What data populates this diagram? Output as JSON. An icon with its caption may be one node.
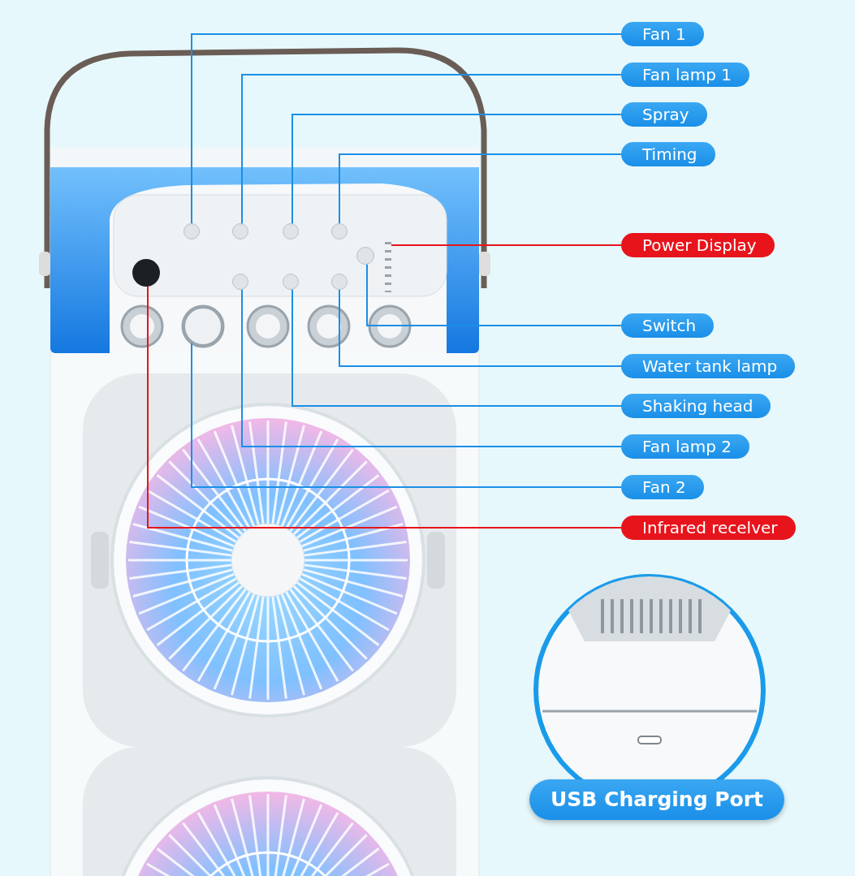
{
  "diagram": {
    "nodes": [
      {
        "text": [
          "Fan 1"
        ]
      },
      {
        "text": [
          "Fan lamp 1"
        ]
      },
      {
        "text": [
          "Spray"
        ]
      },
      {
        "text": [
          "Timing"
        ]
      },
      {
        "text": [
          "Power Display"
        ]
      },
      {
        "text": [
          "Switch"
        ]
      },
      {
        "text": [
          "Water tank lamp"
        ]
      },
      {
        "text": [
          "Shaking head"
        ]
      },
      {
        "text": [
          "Fan lamp 2"
        ]
      },
      {
        "text": [
          "Fan 2"
        ]
      },
      {
        "text": [
          "Infrared recelver"
        ]
      },
      {
        "text": [
          "USB Charging Port"
        ]
      },
      {
        "text": [],
        "shape": "circle"
      },
      {
        "text": [],
        "shape": "circle"
      },
      {
        "text": [],
        "shape": "circle"
      },
      {
        "text": [],
        "shape": "circle"
      },
      {
        "text": [],
        "shape": "bar"
      },
      {
        "text": [],
        "shape": "circle"
      },
      {
        "text": [],
        "shape": "circle"
      },
      {
        "text": [],
        "shape": "circle"
      },
      {
        "text": [],
        "shape": "circle"
      },
      {
        "text": [],
        "shape": "circle"
      },
      {
        "text": [],
        "shape": "circle"
      }
    ],
    "edges": [
      {
        "from": 0,
        "to": 12,
        "arrow": "none"
      },
      {
        "from": 1,
        "to": 13,
        "arrow": "none"
      },
      {
        "from": 2,
        "to": 14,
        "arrow": "none"
      },
      {
        "from": 3,
        "to": 15,
        "arrow": "none"
      },
      {
        "from": 4,
        "to": 16,
        "arrow": "none",
        "color": "#e8141c"
      },
      {
        "from": 5,
        "to": 17,
        "arrow": "none"
      },
      {
        "from": 6,
        "to": 18,
        "arrow": "none"
      },
      {
        "from": 7,
        "to": 19,
        "arrow": "none"
      },
      {
        "from": 8,
        "to": 20,
        "arrow": "none"
      },
      {
        "from": 9,
        "to": 21,
        "arrow": "none"
      },
      {
        "from": 10,
        "to": 22,
        "arrow": "none",
        "color": "#e8141c"
      }
    ]
  }
}
